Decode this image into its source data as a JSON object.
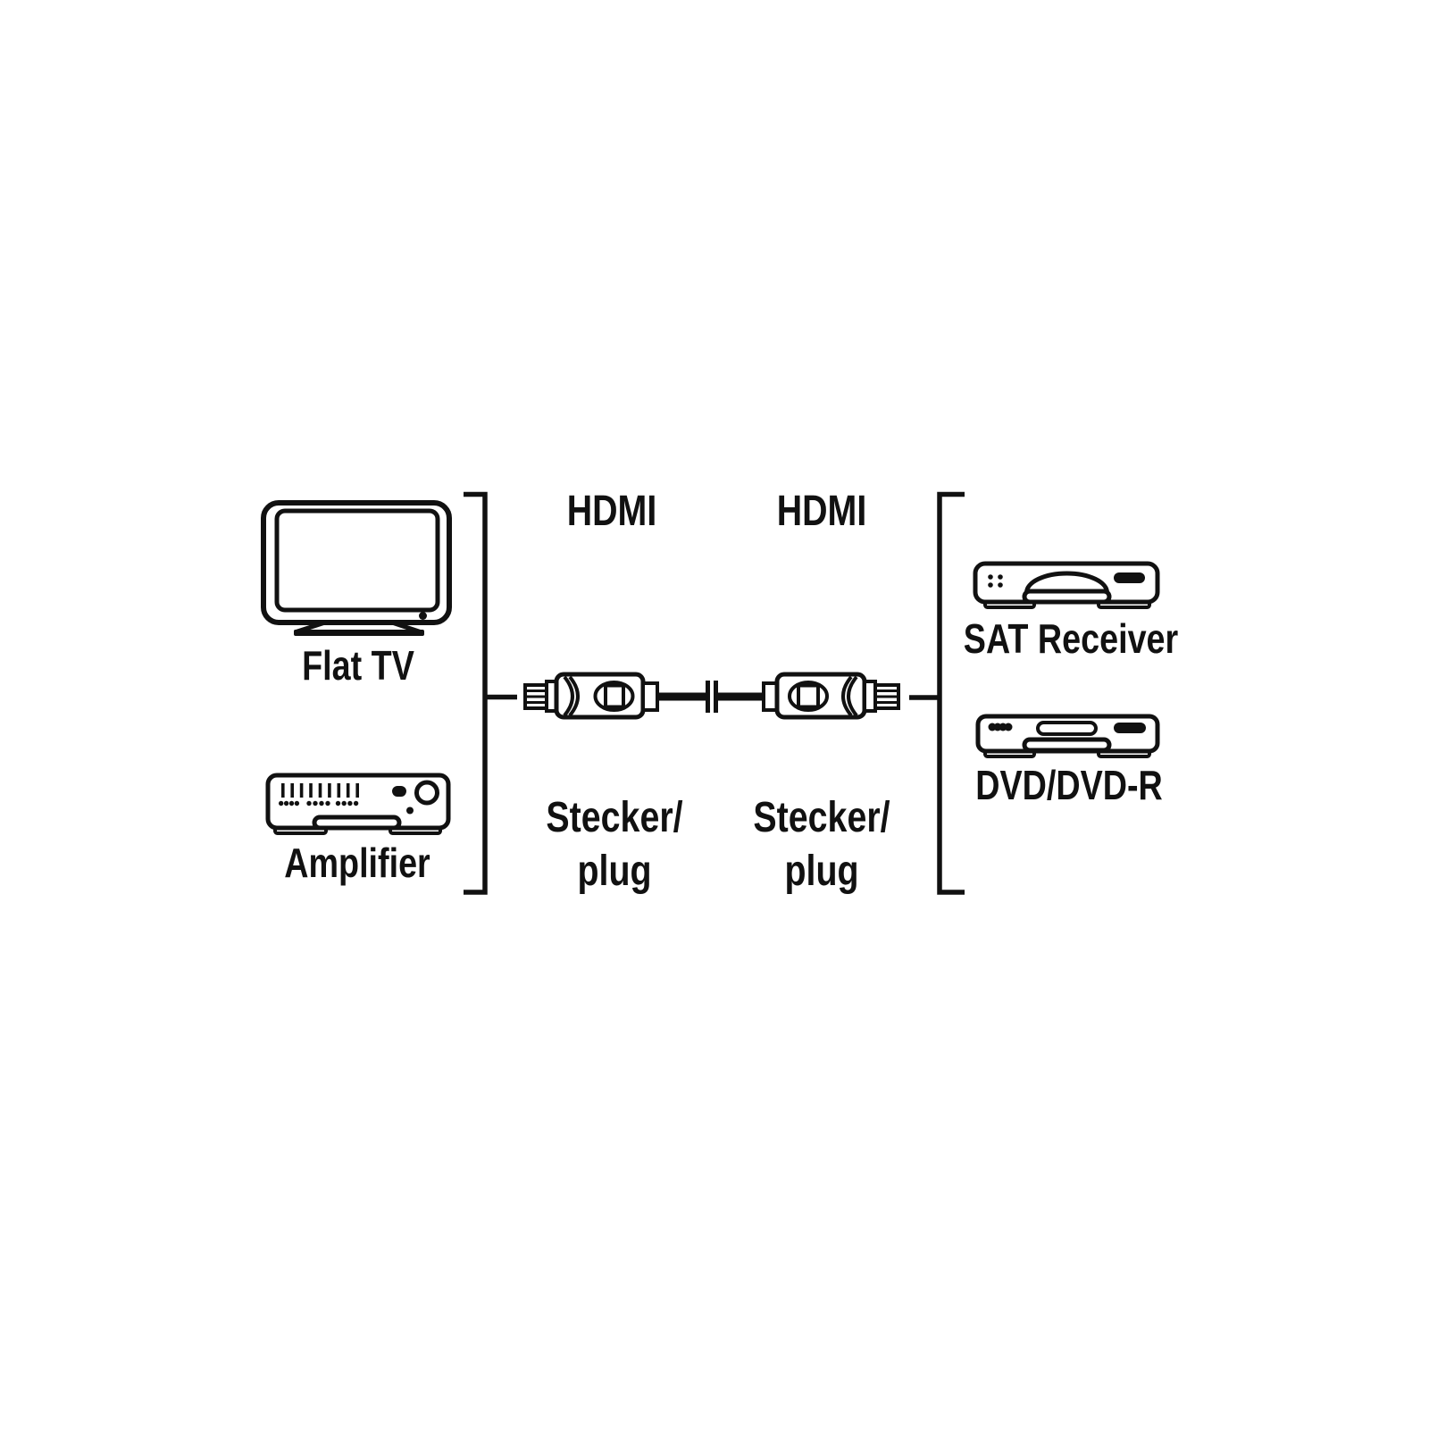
{
  "colors": {
    "background": "#ffffff",
    "ink": "#111111"
  },
  "diagram": {
    "source_devices": [
      {
        "icon": "flat-tv-icon",
        "label": "Flat TV"
      },
      {
        "icon": "amplifier-icon",
        "label": "Amplifier"
      }
    ],
    "cable": {
      "ends": [
        {
          "port": "HDMI",
          "plug_line1": "Stecker/",
          "plug_line2": "plug"
        },
        {
          "port": "HDMI",
          "plug_line1": "Stecker/",
          "plug_line2": "plug"
        }
      ]
    },
    "target_devices": [
      {
        "icon": "sat-receiver-icon",
        "label": "SAT Receiver"
      },
      {
        "icon": "dvd-recorder-icon",
        "label": "DVD/DVD-R"
      }
    ]
  }
}
